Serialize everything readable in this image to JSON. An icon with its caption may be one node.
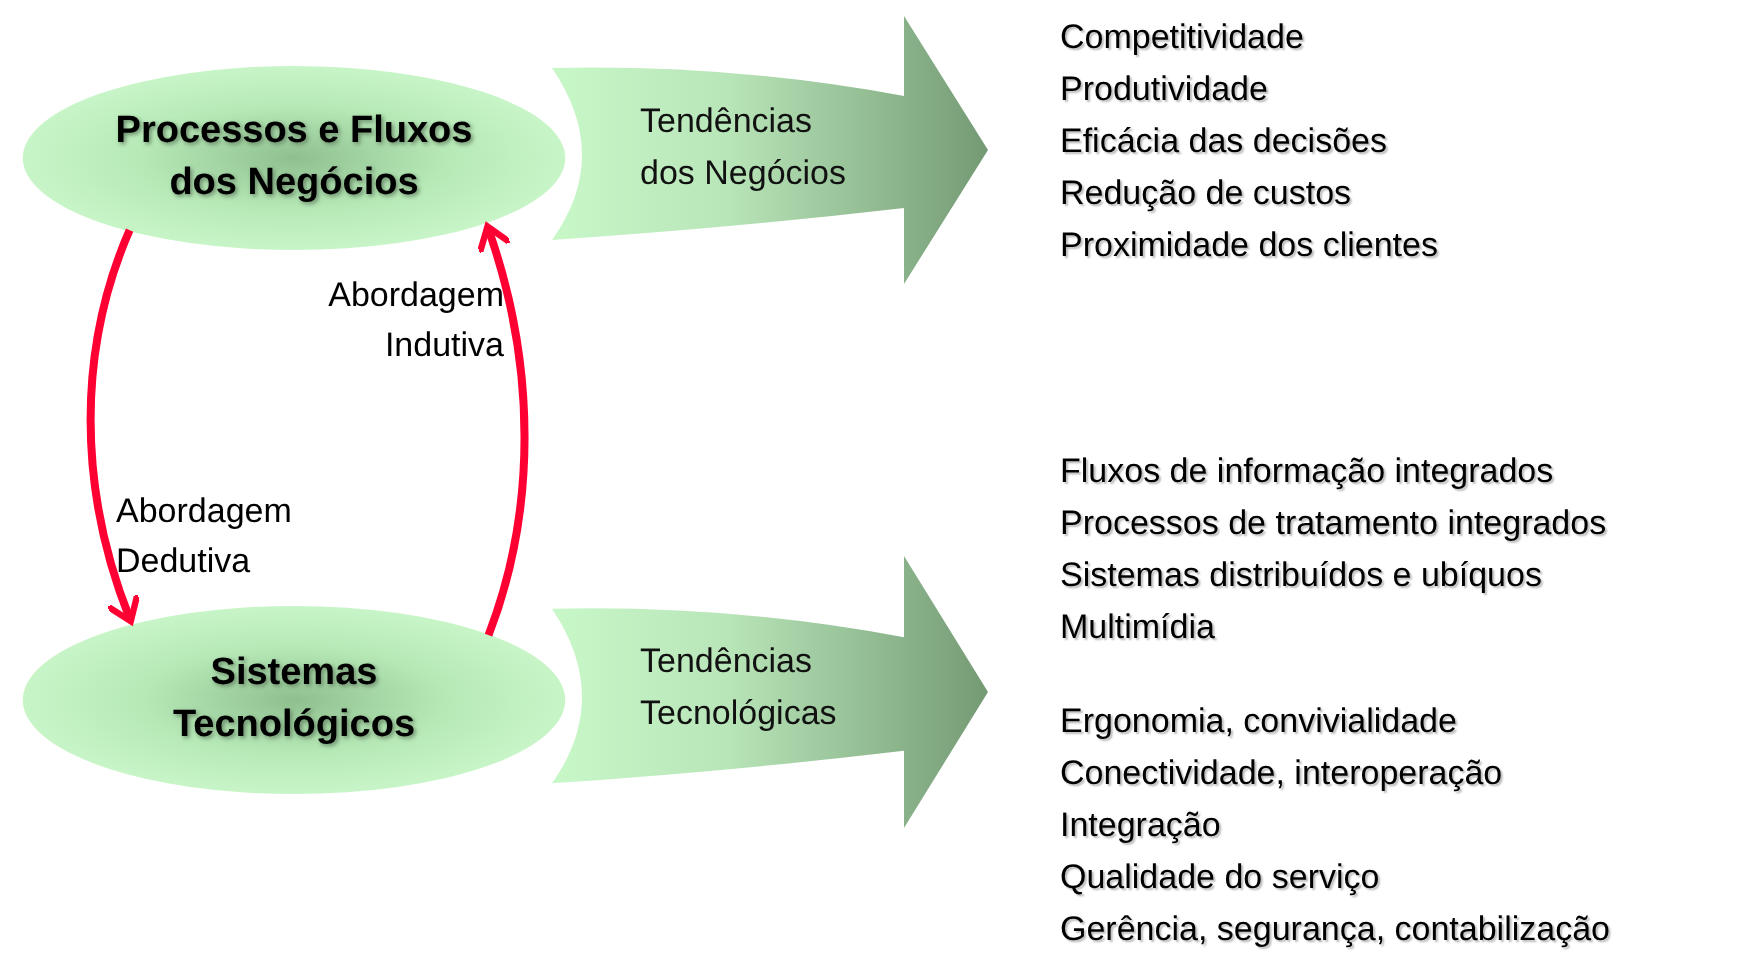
{
  "diagram": {
    "nodes": [
      {
        "text": [
          "Processos e Fluxos dos Negócios"
        ]
      },
      {
        "text": [
          "Sistemas Tecnológicos"
        ]
      },
      {
        "text": [
          "Tendências dos Negócios"
        ]
      },
      {
        "text": [
          "Tendências Tecnológicas"
        ]
      }
    ],
    "edges": [
      {
        "from": 0,
        "to": 1,
        "arrow": "to",
        "label": "Abordagem Dedutiva"
      },
      {
        "from": 1,
        "to": 0,
        "arrow": "to",
        "label": "Abordagem Indutiva"
      }
    ],
    "labels": [
      "Competitividade",
      "Produtividade",
      "Eficácia das decisões",
      "Redução de custos",
      "Proximidade dos clientes",
      "Fluxos de informação integrados",
      "Processos de tratamento integrados",
      "Sistemas distribuídos e ubíquos",
      "Multimídia",
      "Ergonomia, convivialidade",
      "Conectividade, interoperação",
      "Integração",
      "Qualidade do serviço",
      "Gerência, segurança, contabilização"
    ]
  }
}
